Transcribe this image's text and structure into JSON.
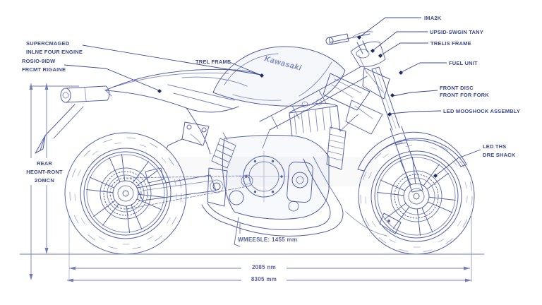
{
  "diagram": {
    "type": "motorcycle-blueprint",
    "brand_logo": "Kawasaki",
    "colors": {
      "line_blue": "#5562a8",
      "label_blue": "#3c4a92",
      "marker_navy": "#1c2b66",
      "dim_blue": "#707cb8",
      "background": "#ffffff"
    },
    "labels": {
      "supercharged": {
        "l1": "SUPERCMAGED",
        "l2": "INLNE FOUR ENGINE"
      },
      "rosio": {
        "l1": "ROSIO-9IDW",
        "l2": "FRCMT RIGAINE"
      },
      "trel_frame": {
        "l1": "TREL FRAME"
      },
      "rear_height": {
        "l1": "REAR",
        "l2": "HEGNT-RONT",
        "l3": "2OMCN"
      },
      "imark": {
        "l1": "IMA2K"
      },
      "upsid": {
        "l1": "UPSID-SWGIN TANY"
      },
      "trelis_frame": {
        "l1": "TRELIS FRAME"
      },
      "fuel_unit": {
        "l1": "FUEL UNIT"
      },
      "front_disc": {
        "l1": "FRONT DISC",
        "l2": "FRONT FOR FORK"
      },
      "mooshock": {
        "l1": "LED MOOSHOCK ASSEMBLY"
      },
      "led_ths": {
        "l1": "LED THS",
        "l2": "DRE SHACK"
      }
    },
    "dimensions": {
      "wheelbase": "WMEESLE: 1455 mm",
      "overall_1": "2085 nm",
      "overall_2": "8305 mm"
    }
  }
}
